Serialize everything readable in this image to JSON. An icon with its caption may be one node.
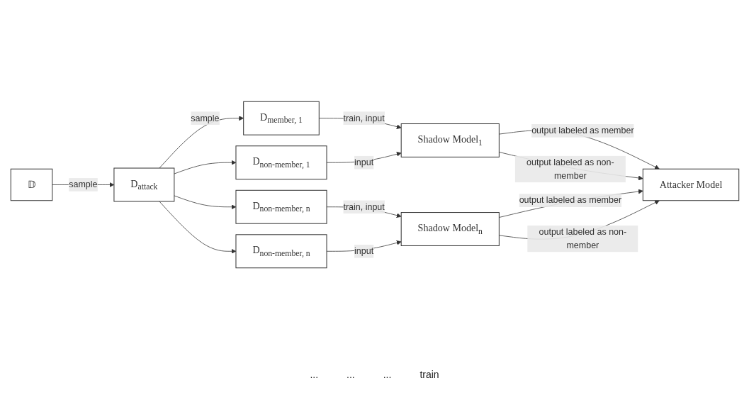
{
  "diagram": {
    "nodes": [
      {
        "text": [
          "𝔻"
        ]
      },
      {
        "text": [
          "D$_{attack}$"
        ]
      },
      {
        "text": [
          "D$_{member, 1}$"
        ]
      },
      {
        "text": [
          "D$_{non-member, 1}$"
        ]
      },
      {
        "text": [
          "D$_{non-member, n}$"
        ]
      },
      {
        "text": [
          "D$_{non-member, n}$"
        ]
      },
      {
        "text": [
          "Shadow Model$_{1}$"
        ]
      },
      {
        "text": [
          "Shadow Model$_{n}$"
        ]
      },
      {
        "text": [
          "Attacker Model"
        ]
      }
    ],
    "edges": [
      {
        "from": 0,
        "to": 1,
        "arrow": "to",
        "label": "sample"
      },
      {
        "from": 1,
        "to": 2,
        "arrow": "to",
        "label": "sample"
      },
      {
        "from": 1,
        "to": 3,
        "arrow": "to"
      },
      {
        "from": 1,
        "to": 4,
        "arrow": "to"
      },
      {
        "from": 1,
        "to": 5,
        "arrow": "to"
      },
      {
        "from": 2,
        "to": 6,
        "arrow": "to",
        "label": "train, input"
      },
      {
        "from": 3,
        "to": 6,
        "arrow": "to",
        "label": "input"
      },
      {
        "from": 4,
        "to": 7,
        "arrow": "to",
        "label": "train, input"
      },
      {
        "from": 5,
        "to": 7,
        "arrow": "to",
        "label": "input"
      },
      {
        "from": 6,
        "to": 8,
        "arrow": "to",
        "label": "output labeled as member"
      },
      {
        "from": 6,
        "to": 8,
        "arrow": "to",
        "label": "output labeled as non-member"
      },
      {
        "from": 7,
        "to": 8,
        "arrow": "to",
        "label": "output labeled as member"
      },
      {
        "from": 7,
        "to": 8,
        "arrow": "to",
        "label": "output labeled as non-member"
      }
    ],
    "labels": [
      "...",
      "...",
      "...",
      "train"
    ]
  }
}
